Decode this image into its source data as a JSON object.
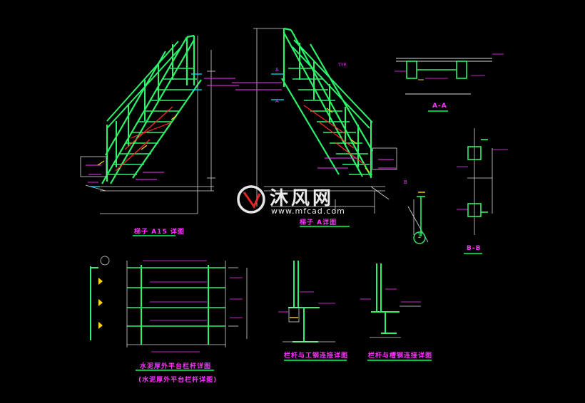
{
  "colors": {
    "background": "#000000",
    "structure": "#2df26a",
    "outline": "#d8d8d8",
    "dimension": "#c9c9c9",
    "magenta": "#ff33ff",
    "cyan": "#00e5ff",
    "red": "#ff2a2a",
    "yellow": "#ffd21a",
    "title_underline": "#00ff55",
    "watermark": "#ffffff"
  },
  "watermark": {
    "logo_icon": "mfcad-logo-icon",
    "cn_name": "沐风网",
    "url": "www.mfcad.com"
  },
  "titles": {
    "ladder_a15": "梯子 A15 详图",
    "ladder_a": "梯子 A详图",
    "section_a": "A-A",
    "section_b": "B-B",
    "detail_1": "1",
    "cement_platform": "水泥厚外平台栏杆详图",
    "cement_platform_sub": "(水泥厚外平台栏杆详图)",
    "rail_ibeam": "栏杆与工钢连接详图",
    "rail_channel": "栏杆与槽钢连接详图"
  },
  "labels": {
    "section_a_mark": "A",
    "section_b_mark": "B",
    "typ": "TYP."
  }
}
